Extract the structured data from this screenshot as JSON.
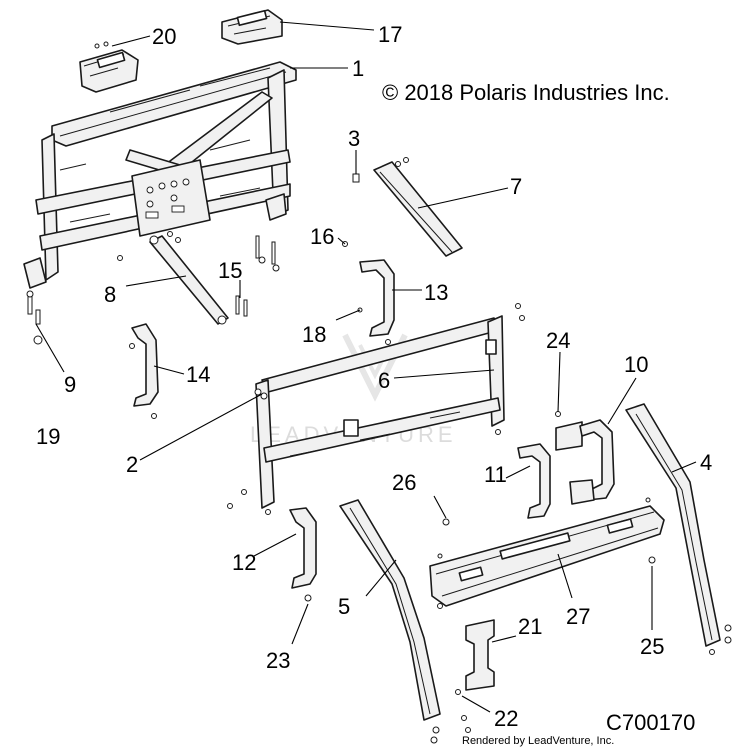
{
  "header": {
    "copyright": "© 2018 Polaris Industries Inc.",
    "drawing_number": "C700170"
  },
  "footer": {
    "rendered_by": "Rendered by LeadVenture, Inc."
  },
  "watermark": {
    "text": "LEADVENTURE"
  },
  "callouts": [
    {
      "id": "c1",
      "label": "1"
    },
    {
      "id": "c2",
      "label": "2"
    },
    {
      "id": "c3",
      "label": "3"
    },
    {
      "id": "c4",
      "label": "4"
    },
    {
      "id": "c5",
      "label": "5"
    },
    {
      "id": "c6",
      "label": "6"
    },
    {
      "id": "c7",
      "label": "7"
    },
    {
      "id": "c8",
      "label": "8"
    },
    {
      "id": "c9",
      "label": "9"
    },
    {
      "id": "c10",
      "label": "10"
    },
    {
      "id": "c11",
      "label": "11"
    },
    {
      "id": "c12",
      "label": "12"
    },
    {
      "id": "c13",
      "label": "13"
    },
    {
      "id": "c14",
      "label": "14"
    },
    {
      "id": "c15",
      "label": "15"
    },
    {
      "id": "c16",
      "label": "16"
    },
    {
      "id": "c17",
      "label": "17"
    },
    {
      "id": "c18",
      "label": "18"
    },
    {
      "id": "c19",
      "label": "19"
    },
    {
      "id": "c20",
      "label": "20"
    },
    {
      "id": "c21",
      "label": "21"
    },
    {
      "id": "c22",
      "label": "22"
    },
    {
      "id": "c23",
      "label": "23"
    },
    {
      "id": "c24",
      "label": "24"
    },
    {
      "id": "c25",
      "label": "25"
    },
    {
      "id": "c26",
      "label": "26"
    },
    {
      "id": "c27",
      "label": "27"
    }
  ]
}
